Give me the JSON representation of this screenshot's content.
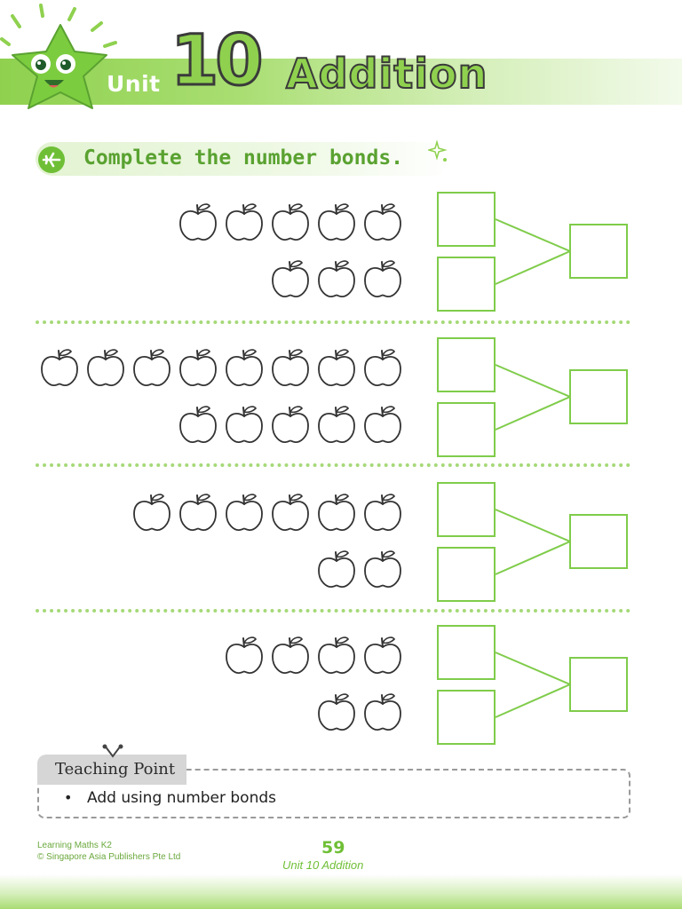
{
  "header": {
    "unit_label": "Unit",
    "unit_number": "10",
    "title": "Addition"
  },
  "instruction": {
    "text": "Complete the number bonds."
  },
  "exercises": [
    {
      "top_apples": 5,
      "bottom_apples": 3
    },
    {
      "top_apples": 8,
      "bottom_apples": 5
    },
    {
      "top_apples": 6,
      "bottom_apples": 2
    },
    {
      "top_apples": 4,
      "bottom_apples": 2
    }
  ],
  "teaching_point": {
    "label": "Teaching Point",
    "bullet": "•",
    "text": "Add using number bonds"
  },
  "footer": {
    "line1": "Learning Maths K2",
    "line2": "© Singapore Asia Publishers Pte Ltd",
    "page_number": "59",
    "unit_caption": "Unit 10 Addition"
  },
  "colors": {
    "brand_green": "#8fd14f",
    "box_green": "#7fcc4a",
    "text_green": "#5aa231"
  },
  "icons": {
    "mascot": "star-mascot-icon",
    "instruction": "airplane-icon",
    "sparkle": "sparkle-icon",
    "apple": "apple-icon",
    "teaching_point": "antenna-icon"
  }
}
